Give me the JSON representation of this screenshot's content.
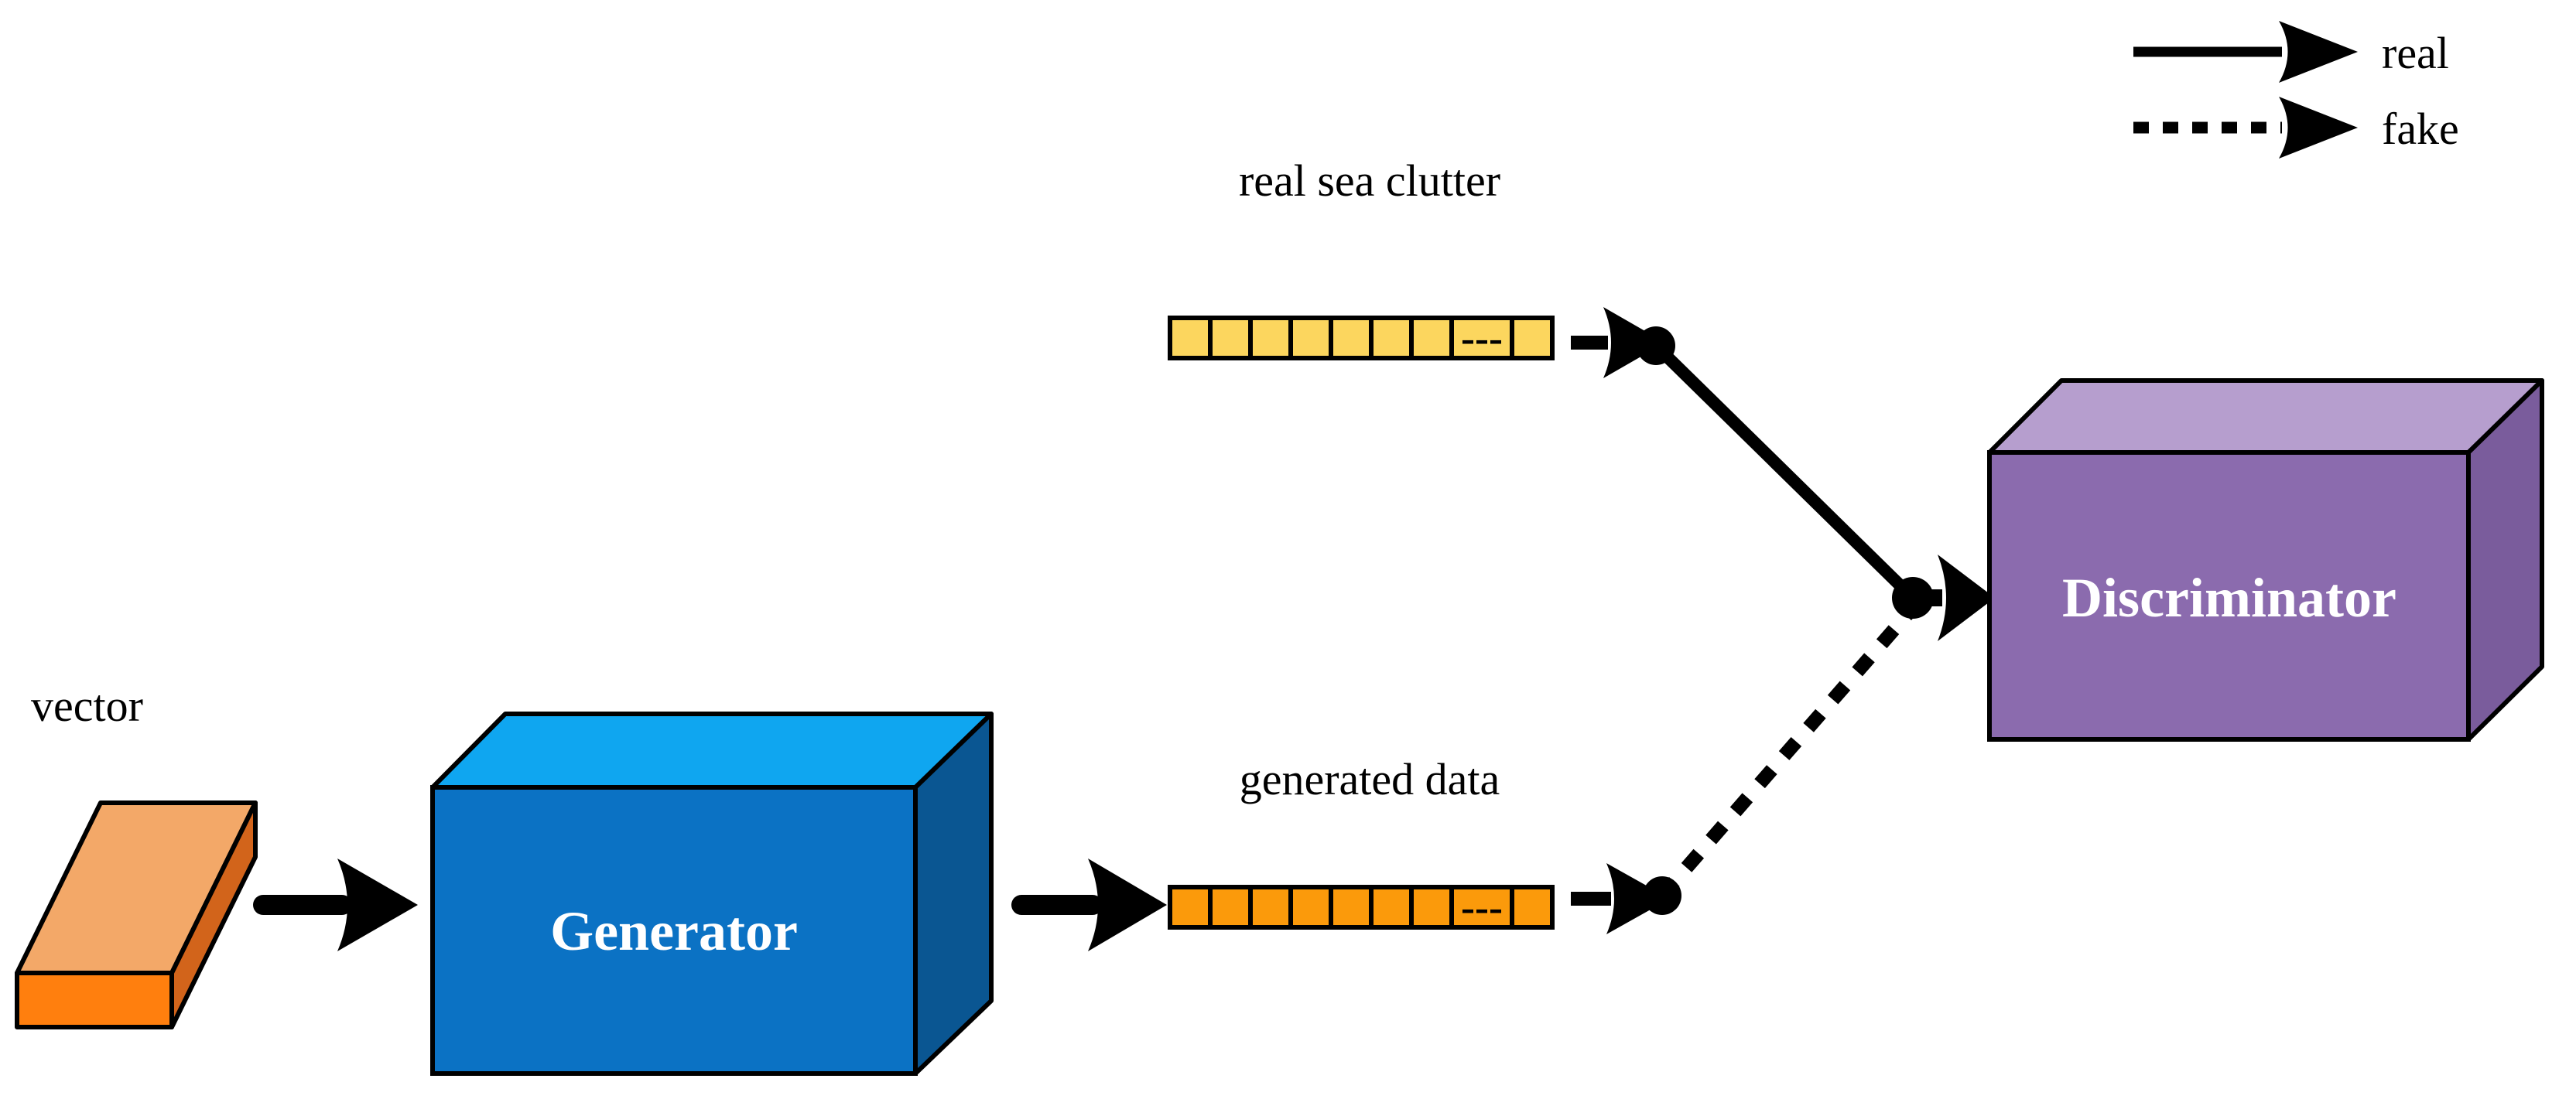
{
  "diagram": {
    "title_absent": true,
    "background": "#ffffff",
    "legend": {
      "items": [
        {
          "label": "real",
          "line_style": "solid",
          "icon": "solid-arrow-icon"
        },
        {
          "label": "fake",
          "line_style": "dashed",
          "icon": "dashed-arrow-icon"
        }
      ]
    },
    "nodes": {
      "vector": {
        "label": "vector",
        "shape": "3d-bar",
        "colors": {
          "top": "#F3A868",
          "front": "#D2641B",
          "end_cap": "#FF7F0E",
          "outline": "#000000"
        }
      },
      "generator": {
        "label": "Generator",
        "shape": "3d-box",
        "colors": {
          "top": "#0FA6F0",
          "front": "#0B72C4",
          "side": "#0A5692",
          "outline": "#000000",
          "text": "#ffffff"
        }
      },
      "discriminator": {
        "label": "Discriminator",
        "shape": "3d-box",
        "colors": {
          "top": "#B69ECE",
          "front": "#8B6BAE",
          "side": "#7A5C9C",
          "outline": "#000000",
          "text": "#ffffff"
        }
      },
      "real_sequence": {
        "label": "real sea clutter",
        "shape": "cell-strip",
        "cell_count": 9,
        "ellipsis_cell_index": 7,
        "ellipsis_glyph": "---",
        "colors": {
          "fill": "#FCD65E",
          "outline": "#000000"
        }
      },
      "generated_sequence": {
        "label": "generated data",
        "shape": "cell-strip",
        "cell_count": 9,
        "ellipsis_cell_index": 7,
        "ellipsis_glyph": "---",
        "colors": {
          "fill": "#FB9A0B",
          "outline": "#000000"
        }
      }
    },
    "edges": [
      {
        "name": "vector-to-generator",
        "style": "solid",
        "arrow": true
      },
      {
        "name": "generator-to-generated-data",
        "style": "solid",
        "arrow": true
      },
      {
        "name": "real-sequence-to-junction",
        "style": "solid",
        "arrow": true
      },
      {
        "name": "real-junction-to-merge",
        "style": "solid",
        "arrow": false
      },
      {
        "name": "generated-sequence-to-junction",
        "style": "solid",
        "arrow": true
      },
      {
        "name": "fake-junction-to-merge",
        "style": "dashed",
        "arrow": false
      },
      {
        "name": "merge-to-discriminator",
        "style": "solid",
        "arrow": true
      }
    ]
  }
}
